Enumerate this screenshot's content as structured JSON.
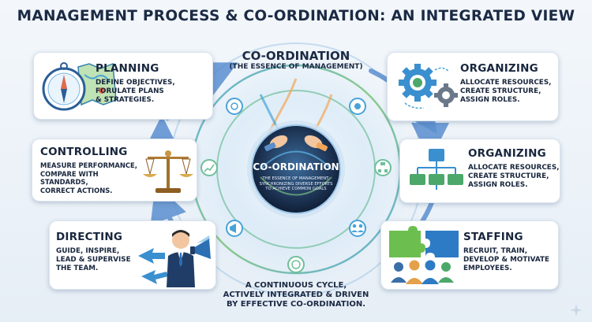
{
  "title": "MANAGEMENT PROCESS & CO-ORDINATION: AN INTEGRATED VIEW",
  "center": {
    "title": "CO-ORDINATION",
    "subtitle": "(THE ESSENCE OF MANAGEMENT)",
    "hub_title": "CO-ORDINATION",
    "hub_subtitle_1": "THE ESSENCE OF MANAGEMENT:",
    "hub_subtitle_2": "SYNCHRONIZING DIVERSE EFFORTS",
    "hub_subtitle_3": "TO ACHIEVE COMMON GOALS"
  },
  "bottom": {
    "line1": "A CONTINUOUS CYCLE,",
    "line2": "ACTIVELY INTEGRATED & DRIVEN",
    "line3": "BY EFFECTIVE CO-ORDINATION."
  },
  "panels": {
    "planning": {
      "heading": "PLANNING",
      "lines": [
        "DEFINE OBJECTIVES,",
        "FORULATE PLANS",
        "& STRATEGIES."
      ],
      "icon": "compass-map-icon"
    },
    "controlling": {
      "heading": "CONTROLLING",
      "lines": [
        "MEASURE PERFORMANCE,",
        "COMPARE WITH",
        "STANDARDS,",
        "CORRECT ACTIONS."
      ],
      "icon": "scales-icon"
    },
    "directing": {
      "heading": "DIRECTING",
      "lines": [
        "GUIDE, INSPIRE,",
        "LEAD & SUPERVISE",
        "THE TEAM."
      ],
      "icon": "leader-megaphone-icon"
    },
    "organizing1": {
      "heading": "ORGANIZING",
      "lines": [
        "ALLOCATE RESOURCES,",
        "CREATE STRUCTURE,",
        "ASSIGN ROLES."
      ],
      "icon": "gears-icon"
    },
    "organizing2": {
      "heading": "ORGANIZING",
      "lines": [
        "ALLOCATE RESOURCES,",
        "CREATE STRUCTURE,",
        "ASSIGN ROLES."
      ],
      "icon": "org-chart-icon"
    },
    "staffing": {
      "heading": "STAFFING",
      "lines": [
        "RECRUIT, TRAIN,",
        "DEVELOP & MOTIVATE",
        "EMPLOYEES."
      ],
      "icon": "puzzle-team-icon"
    }
  },
  "colors": {
    "navy": "#1b2a44",
    "ring_blue": "#4aa3d8",
    "ring_green": "#7cc47a",
    "ring_orange": "#f2a65a",
    "arrow_blue": "#5b8fd0"
  }
}
